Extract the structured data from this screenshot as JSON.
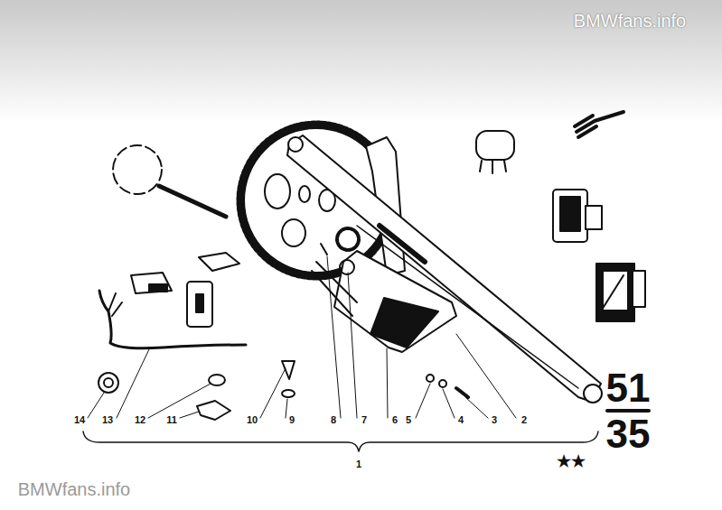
{
  "diagram": {
    "labels": [
      "BMWfans.info",
      "14",
      "13",
      "12",
      "11",
      "10",
      "9",
      "8",
      "7",
      "6",
      "5",
      "4",
      "3",
      "2",
      "1",
      "51",
      "35",
      "★★",
      "BMWfans.info"
    ]
  }
}
